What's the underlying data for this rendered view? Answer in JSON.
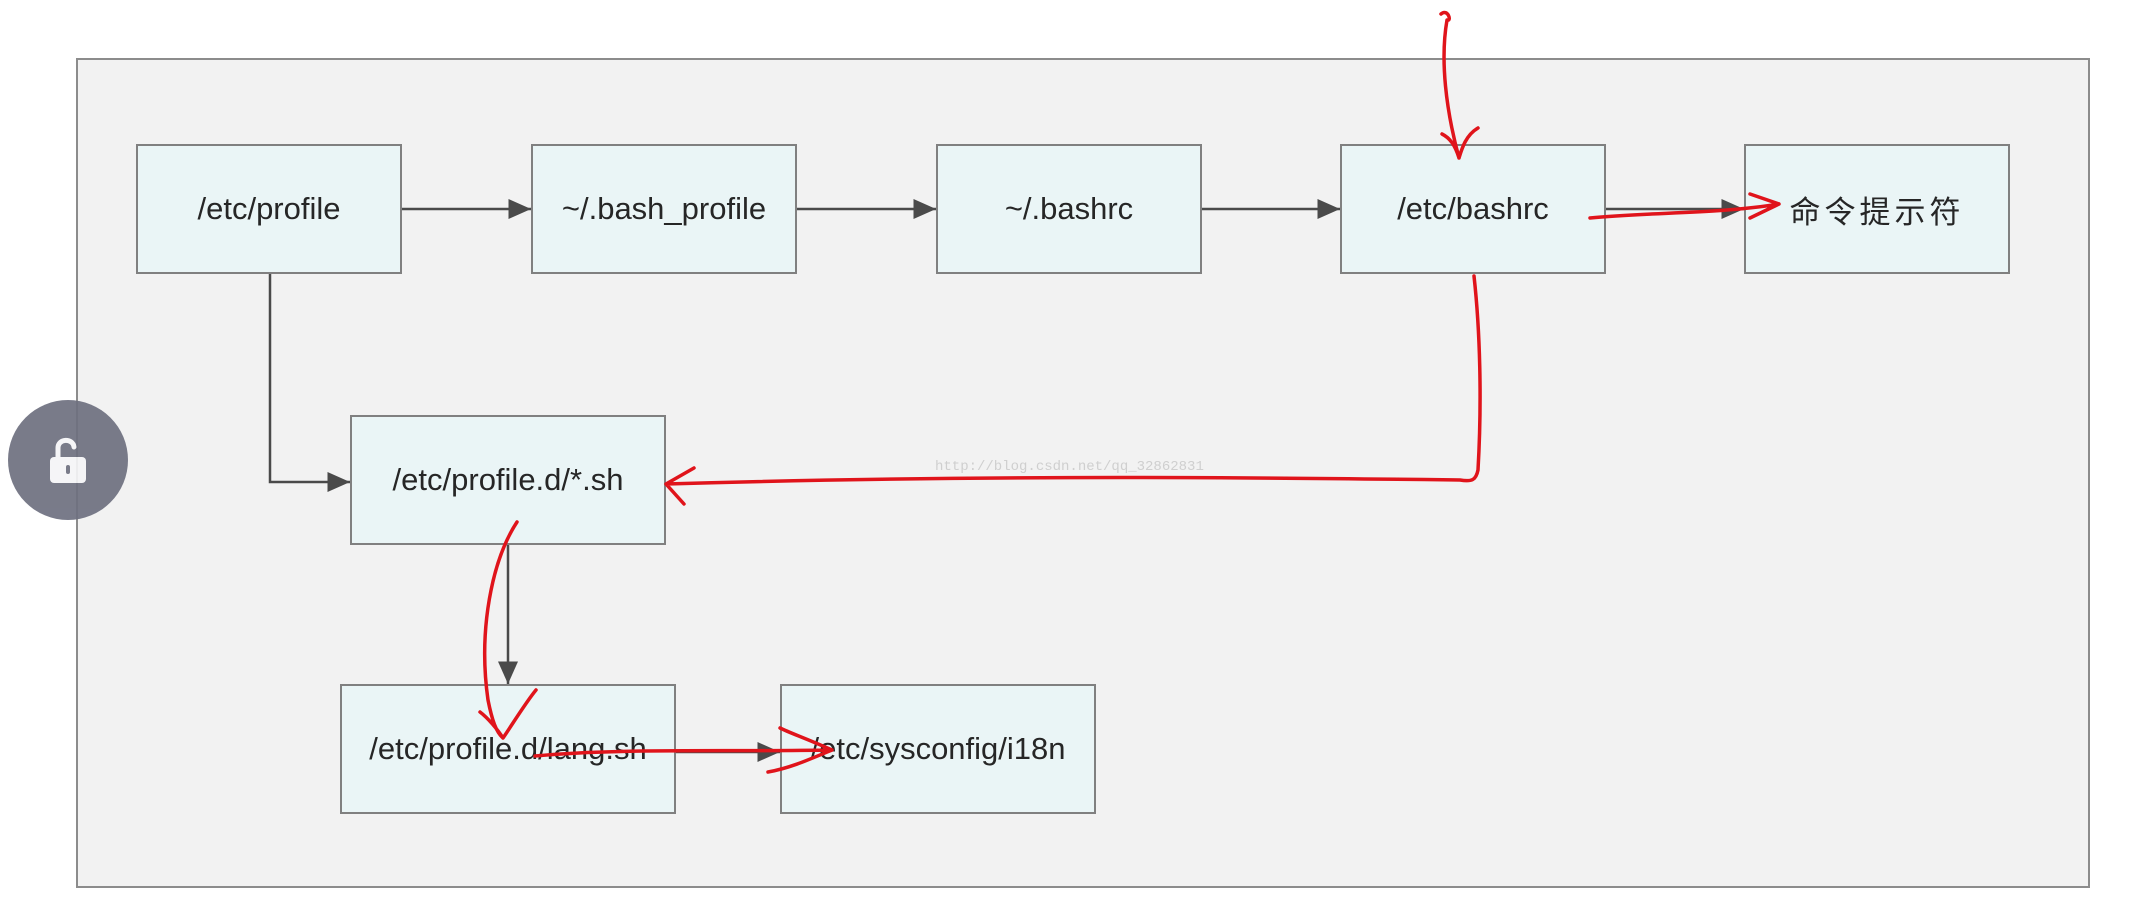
{
  "diagram": {
    "nodes": {
      "etc_profile": "/etc/profile",
      "bash_profile": "~/.bash_profile",
      "bashrc_home": "~/.bashrc",
      "etc_bashrc": "/etc/bashrc",
      "prompt": "命令提示符",
      "profile_d_sh": "/etc/profile.d/*.sh",
      "lang_sh": "/etc/profile.d/lang.sh",
      "i18n": "/etc/sysconfig/i18n"
    },
    "edges": [
      [
        "etc_profile",
        "bash_profile"
      ],
      [
        "bash_profile",
        "bashrc_home"
      ],
      [
        "bashrc_home",
        "etc_bashrc"
      ],
      [
        "etc_bashrc",
        "prompt"
      ],
      [
        "etc_profile",
        "profile_d_sh"
      ],
      [
        "profile_d_sh",
        "lang_sh"
      ],
      [
        "lang_sh",
        "i18n"
      ]
    ],
    "annotation_color": "#e0141b"
  },
  "watermark": "http://blog.csdn.net/qq_32862831",
  "lock_icon": "unlock-icon"
}
